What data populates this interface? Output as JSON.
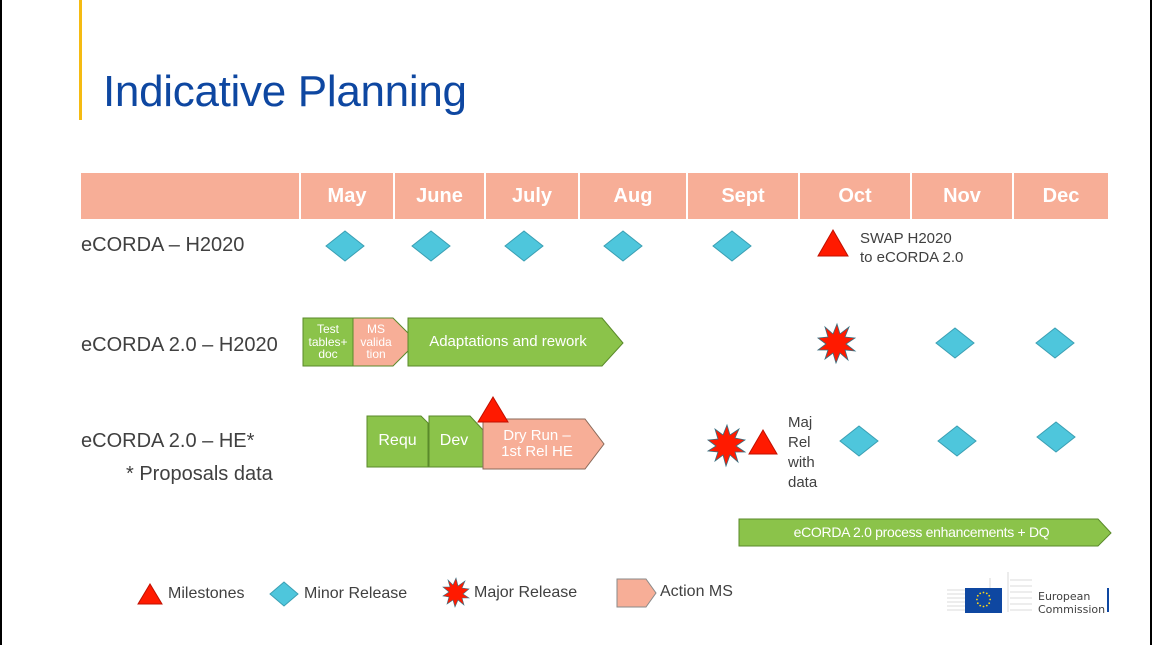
{
  "slide": {
    "title": "Indicative Planning"
  },
  "timeline": {
    "months": [
      "May",
      "June",
      "July",
      "Aug",
      "Sept",
      "Oct",
      "Nov",
      "Dec"
    ]
  },
  "rows": [
    {
      "label": "eCORDA – H2020",
      "minor_releases": [
        "May",
        "June",
        "July",
        "Aug",
        "Sept"
      ],
      "milestone": {
        "month": "Oct",
        "text_line1": "SWAP H2020",
        "text_line2": "to eCORDA 2.0"
      }
    },
    {
      "label": "eCORDA 2.0 – H2020",
      "tasks": [
        {
          "lines": [
            "Test",
            "tables+",
            "doc"
          ],
          "type": "task"
        },
        {
          "lines": [
            "MS",
            "valida",
            "tion"
          ],
          "type": "action-ms"
        },
        {
          "lines": [
            "Adaptations and rework"
          ],
          "type": "task"
        }
      ],
      "major_release": "Oct",
      "minor_releases": [
        "Nov",
        "Dec"
      ]
    },
    {
      "label": "eCORDA 2.0 – HE*",
      "note": "* Proposals data",
      "tasks": [
        {
          "lines": [
            "Requ"
          ],
          "type": "task"
        },
        {
          "lines": [
            "Dev"
          ],
          "type": "task"
        },
        {
          "lines": [
            "Dry Run –",
            "1st Rel HE"
          ],
          "type": "action-ms"
        }
      ],
      "milestone_on_dry_run": true,
      "major_release": "Sept",
      "milestone": "Sept",
      "major_text": [
        "Maj",
        "Rel",
        "with",
        "data"
      ],
      "minor_releases": [
        "Oct",
        "Nov",
        "Dec"
      ]
    }
  ],
  "enhancement_bar": {
    "text": "eCORDA 2.0 process enhancements + DQ"
  },
  "legend": {
    "milestones": "Milestones",
    "minor_release": "Minor Release",
    "major_release": "Major Release",
    "action_ms": "Action MS"
  },
  "logo": {
    "line1": "European",
    "line2": "Commission"
  },
  "colors": {
    "header": "#f7ae97",
    "task_green": "#8bc34a",
    "action_salmon": "#f7ae97",
    "diamond": "#4ec6dc",
    "milestone_red": "#ff1a00",
    "title_blue": "#0e47a1",
    "accent_yellow": "#f5bb12"
  }
}
